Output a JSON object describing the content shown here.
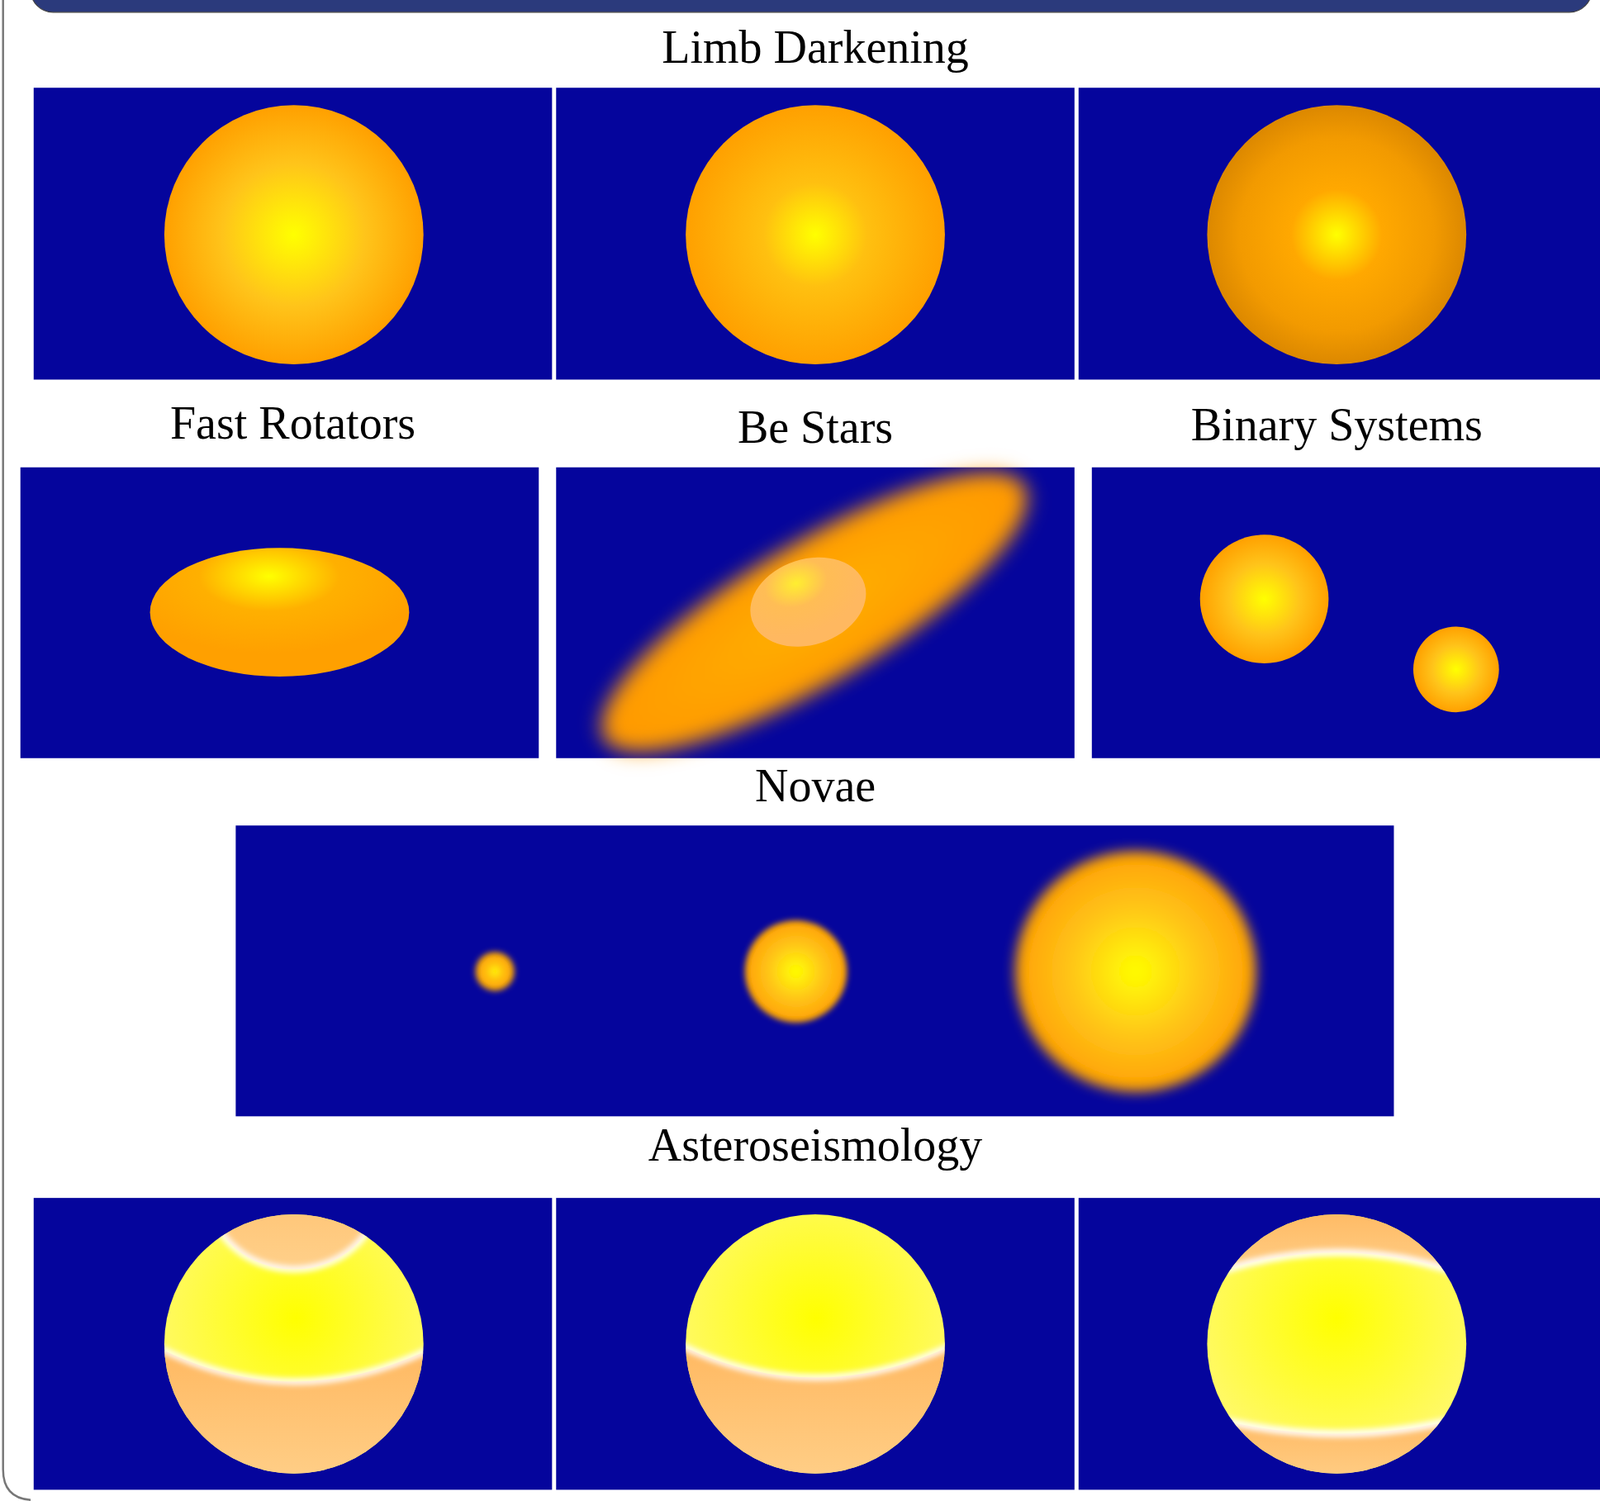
{
  "diagram": {
    "labels": [
      "Limb Darkening",
      "Fast Rotators",
      "Be Stars",
      "Binary Systems",
      "Novae",
      "Asteroseismology"
    ]
  }
}
